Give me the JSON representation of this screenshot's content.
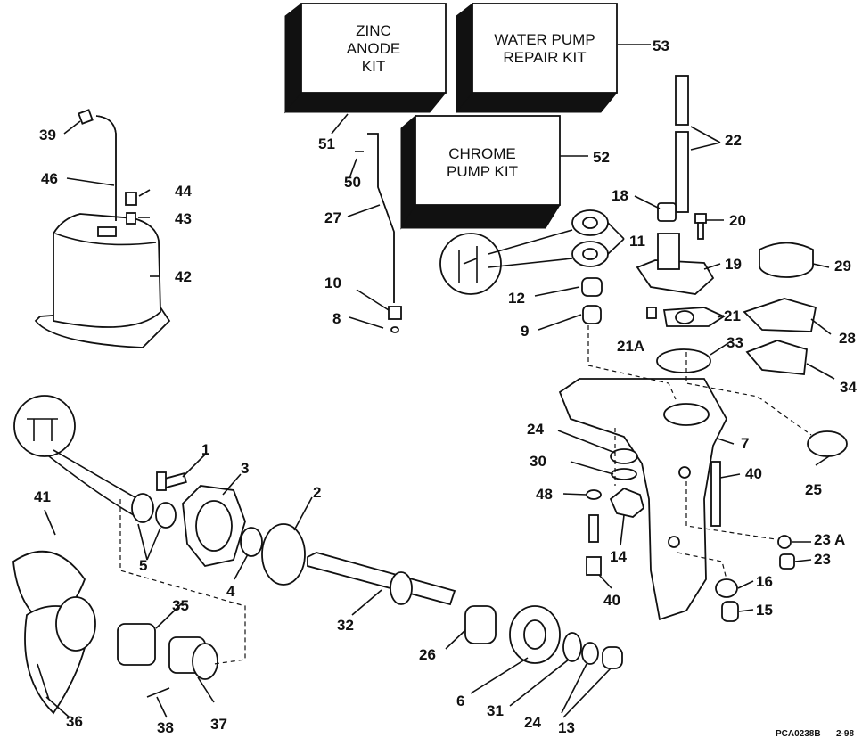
{
  "kits": {
    "zinc": [
      "ZINC",
      "ANODE",
      "KIT"
    ],
    "water_pump": [
      "WATER PUMP",
      "REPAIR KIT"
    ],
    "chrome": [
      "CHROME",
      "PUMP KIT"
    ]
  },
  "labels": {
    "l1": "1",
    "l2": "2",
    "l3": "3",
    "l4": "4",
    "l5": "5",
    "l6": "6",
    "l7": "7",
    "l8": "8",
    "l9": "9",
    "l10": "10",
    "l11": "11",
    "l12": "12",
    "l13": "13",
    "l14": "14",
    "l15": "15",
    "l16": "16",
    "l18": "18",
    "l19": "19",
    "l20": "20",
    "l21": "21",
    "l21a": "21A",
    "l22": "22",
    "l23": "23",
    "l23a": "23 A",
    "l24a": "24",
    "l24b": "24",
    "l25": "25",
    "l26": "26",
    "l27": "27",
    "l28": "28",
    "l29": "29",
    "l30": "30",
    "l31": "31",
    "l32": "32",
    "l33": "33",
    "l34": "34",
    "l35": "35",
    "l36": "36",
    "l37": "37",
    "l38": "38",
    "l39": "39",
    "l40a": "40",
    "l40b": "40",
    "l41": "41",
    "l42": "42",
    "l43": "43",
    "l44": "44",
    "l46": "46",
    "l48": "48",
    "l50": "50",
    "l51": "51",
    "l52": "52",
    "l53": "53"
  },
  "footer": {
    "code": "PCA0238B",
    "date": "2-98"
  }
}
